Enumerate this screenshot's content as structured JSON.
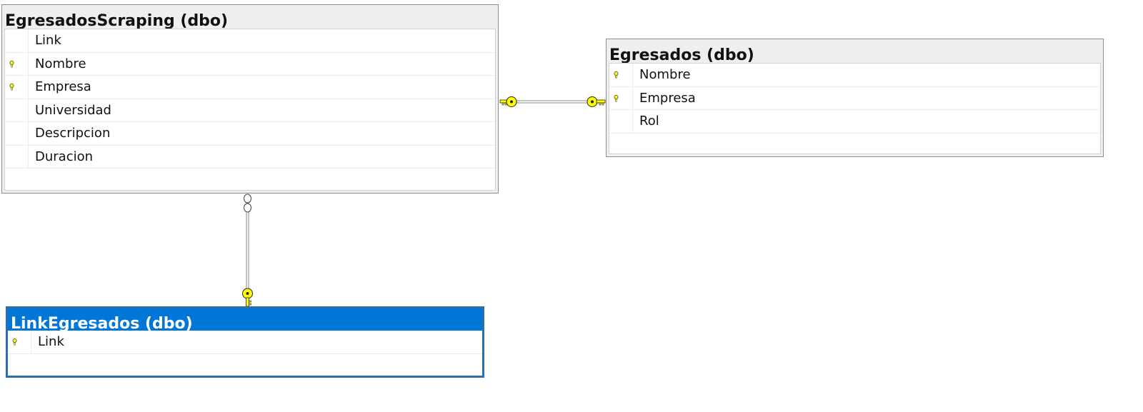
{
  "tables": {
    "scraping": {
      "title": "EgresadosScraping (dbo)",
      "columns": [
        {
          "name": "Link",
          "pk": false
        },
        {
          "name": "Nombre",
          "pk": true
        },
        {
          "name": "Empresa",
          "pk": true
        },
        {
          "name": "Universidad",
          "pk": false
        },
        {
          "name": "Descripcion",
          "pk": false
        },
        {
          "name": "Duracion",
          "pk": false
        }
      ]
    },
    "egresados": {
      "title": "Egresados (dbo)",
      "columns": [
        {
          "name": "Nombre",
          "pk": true
        },
        {
          "name": "Empresa",
          "pk": true
        },
        {
          "name": "Rol",
          "pk": false
        }
      ]
    },
    "link": {
      "title": "LinkEgresados (dbo)",
      "selected": true,
      "columns": [
        {
          "name": "Link",
          "pk": true
        }
      ]
    }
  },
  "relationships": [
    {
      "from": "scraping",
      "to": "egresados",
      "from_end": "key-icon",
      "to_end": "key-icon"
    },
    {
      "from": "scraping",
      "to": "link",
      "from_end": "infinity-icon",
      "to_end": "key-icon"
    }
  ],
  "colors": {
    "header": "#efefef",
    "selected_header": "#0077d6",
    "key": "#ffff00"
  }
}
